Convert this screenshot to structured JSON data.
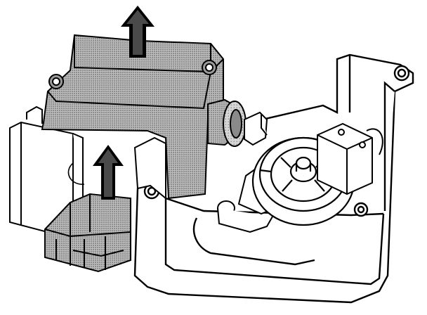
{
  "diagram": {
    "parts": [
      "housing",
      "mount-bracket",
      "upper-module",
      "side-connector",
      "gear-wheel",
      "cam-lever",
      "terminal-block",
      "lower-connector"
    ],
    "arrows": [
      {
        "name": "remove-upper-module-arrow",
        "direction": "up"
      },
      {
        "name": "remove-lower-connector-arrow",
        "direction": "up"
      }
    ],
    "colors": {
      "line": "#000000",
      "fill": "#ffffff",
      "shade_dark": "#6f6f6f",
      "shade_light": "#bdbdbd",
      "arrow": "#000000"
    }
  }
}
